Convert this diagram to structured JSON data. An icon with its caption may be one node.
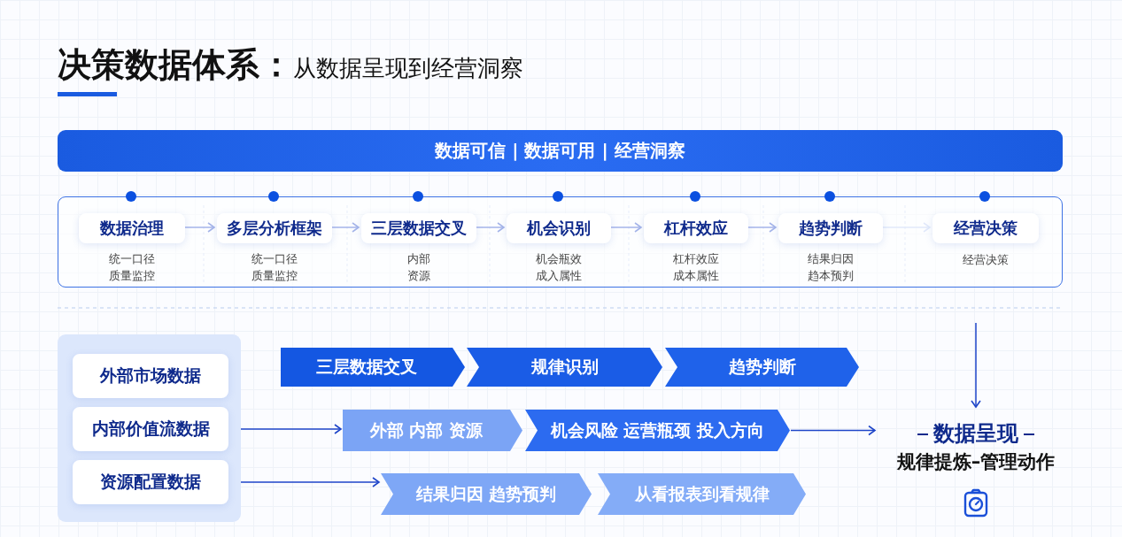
{
  "diagram": {
    "title": "**决策数据体系：**从数据呈现到经营洞察",
    "nodes": [
      {
        "text": [
          "数据可信 | 数据可用 | 经营洞察"
        ]
      },
      {
        "text": [],
        "shape": "box"
      },
      {
        "text": [
          "数据治理"
        ],
        "in": 1,
        "beside": [
          "统一口径质量监控"
        ]
      },
      {
        "text": [
          "多层分析框架"
        ],
        "in": 1,
        "beside": [
          "统一口径质量监控"
        ]
      },
      {
        "text": [
          "三层数据交叉"
        ],
        "in": 1,
        "beside": [
          "内部资源"
        ]
      },
      {
        "text": [
          "机会识别"
        ],
        "in": 1,
        "beside": [
          "机会瓶效成入属性"
        ]
      },
      {
        "text": [
          "杠杆效应"
        ],
        "in": 1,
        "beside": [
          "杠杆效应成本属性"
        ]
      },
      {
        "text": [
          "趋势判断"
        ],
        "in": 1,
        "beside": [
          "结果归因趋本预判"
        ]
      },
      {
        "text": [
          "经营决策"
        ],
        "in": 1,
        "beside": [
          "经营决策"
        ]
      },
      {
        "text": [],
        "shape": "box"
      },
      {
        "text": [
          "外部市场数据"
        ],
        "in": 9
      },
      {
        "text": [
          "内部价值流数据"
        ],
        "in": 9
      },
      {
        "text": [
          "资源配置数据"
        ],
        "in": 9
      },
      {
        "text": [
          "三层数据交叉"
        ]
      },
      {
        "text": [
          "规律识别"
        ]
      },
      {
        "text": [
          "趋势判断"
        ]
      },
      {
        "text": [
          "外部 内部 资源"
        ]
      },
      {
        "text": [
          "机会风险 运营瓶颈 投入方向"
        ]
      },
      {
        "text": [
          "结果归因 趋势预判"
        ]
      },
      {
        "text": [
          "从看报表到看规律"
        ]
      },
      {
        "text": [
          "数据呈现",
          "规律提炼–管理动作"
        ]
      }
    ],
    "edges": [
      {
        "from": 2,
        "to": 3,
        "arrow": "to"
      },
      {
        "from": 3,
        "to": 4,
        "arrow": "to"
      },
      {
        "from": 4,
        "to": 5,
        "arrow": "to"
      },
      {
        "from": 5,
        "to": 6,
        "arrow": "to"
      },
      {
        "from": 6,
        "to": 7,
        "arrow": "to"
      },
      {
        "from": 7,
        "to": 8,
        "arrow": "to",
        "color": "#b4c8f2"
      },
      {
        "from": 11,
        "to": 16,
        "arrow": "to"
      },
      {
        "from": 12,
        "to": 18,
        "arrow": "to"
      },
      {
        "from": 17,
        "to": 20,
        "arrow": "to"
      },
      {
        "from": null,
        "to": 20,
        "arrow": "to"
      }
    ]
  }
}
